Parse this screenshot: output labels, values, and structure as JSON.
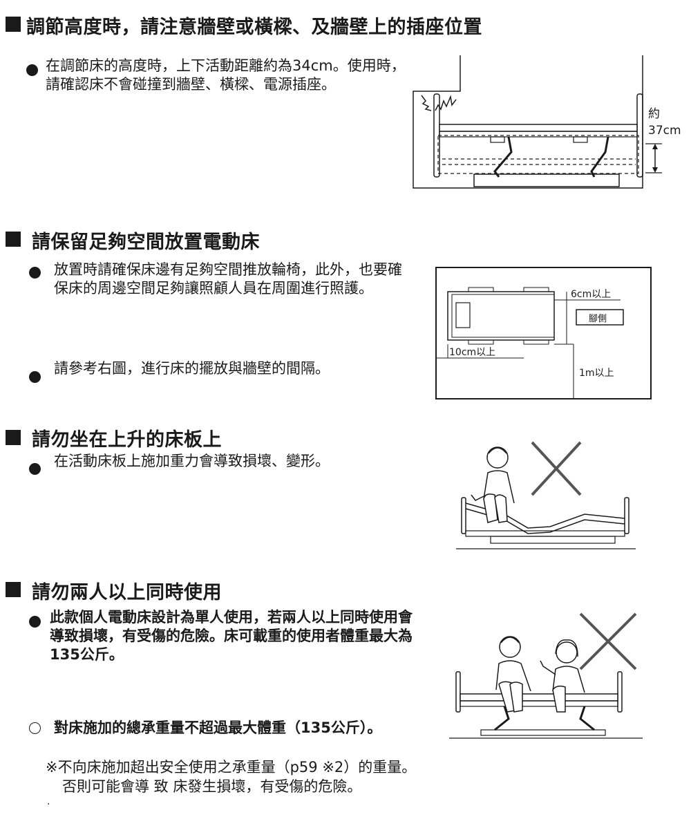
{
  "sections": [
    {
      "heading": "調節高度時，請注意牆壁或橫樑、及牆壁上的插座位置",
      "text": "在調節床的高度時，上下活動距離約為34cm。使用時，請確認床不會碰撞到牆壁、橫樑、電源插座。",
      "figure": {
        "height_label_top": "約",
        "height_label_bottom": "37cm"
      }
    },
    {
      "heading": "請保留足夠空間放置電動床",
      "text": "放置時請確保床邊有足夠空間推放輪椅，此外，也要確保床的周邊空間足夠讓照顧人員在周圍進行照護。",
      "text2": "請參考右圖，進行床的擺放與牆壁的間隔。",
      "figure": {
        "gap_6cm": "6cm以上",
        "feet_side": "腳側",
        "gap_10cm": "10cm以上",
        "gap_1m": "1m以上"
      }
    },
    {
      "heading": "請勿坐在上升的床板上",
      "text": "在活動床板上施加重力會導致損壞、變形。"
    },
    {
      "heading": "請勿兩人以上同時使用",
      "text": "此款個人電動床設計為單人使用，若兩人以上同時使用會導致損壞，有受傷的危險。床可載重的使用者體重最大為135公斤。",
      "text2": "對床施加的總承重量不超過最大體重（135公斤）。",
      "note_line1": "※不向床施加超出安全使用之承重量（p59 ※2）的重量。",
      "note_line2": "否則可能會導 致 床發生損壞，有受傷的危險。",
      "dot": "."
    }
  ],
  "icons": [
    "bullet-dot-icon",
    "hollow-circle-icon",
    "cross-mark-icon",
    "impact-burst-icon",
    "section-square-icon"
  ]
}
